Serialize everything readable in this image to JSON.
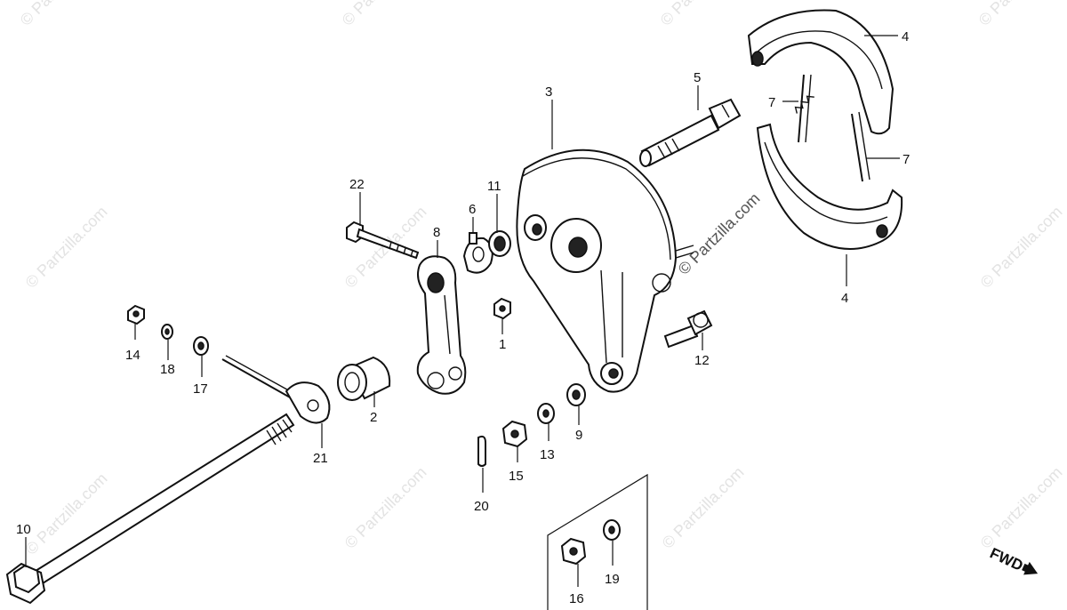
{
  "watermark": "© Partzilla.com",
  "direction_label": "FWD",
  "callouts": {
    "c1": "1",
    "c2": "2",
    "c3": "3",
    "c4a": "4",
    "c4b": "4",
    "c5": "5",
    "c6": "6",
    "c7a": "7",
    "c7b": "7",
    "c8": "8",
    "c9": "9",
    "c10": "10",
    "c11": "11",
    "c12": "12",
    "c13": "13",
    "c14": "14",
    "c15": "15",
    "c16": "16",
    "c17": "17",
    "c18": "18",
    "c19": "19",
    "c20": "20",
    "c21": "21",
    "c22": "22"
  }
}
